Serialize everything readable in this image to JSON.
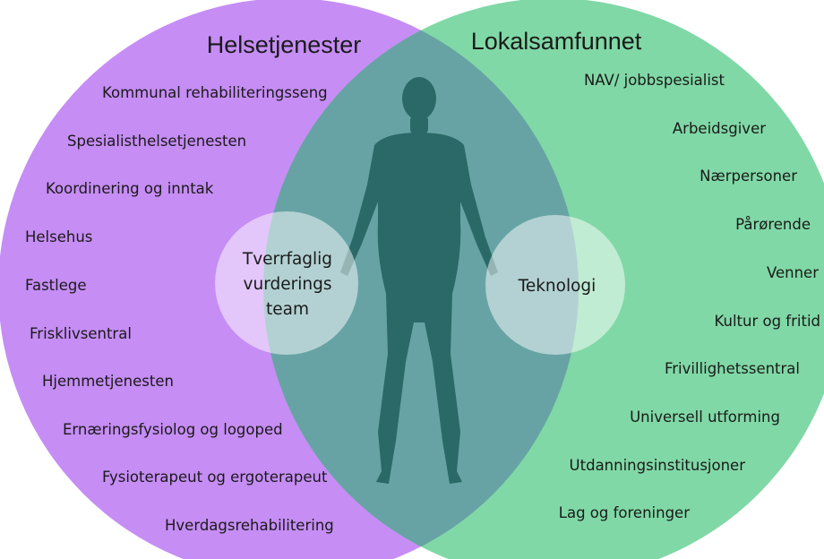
{
  "colors": {
    "left_circle": "#c68df5",
    "right_circle": "#80d8a6",
    "overlap": "#67a3a5",
    "figure": "#2a6967",
    "inner_circle": "#ffffff"
  },
  "left": {
    "title": "Helsetjenester",
    "items": [
      "Kommunal rehabiliteringsseng",
      "Spesialisthelsetjenesten",
      "Koordinering og inntak",
      "Helsehus",
      "Fastlege",
      "Frisklivsentral",
      "Hjemmetjenesten",
      "Ernæringsfysiolog og logoped",
      "Fysioterapeut og ergoterapeut",
      "Hverdagsrehabilitering"
    ]
  },
  "right": {
    "title": "Lokalsamfunnet",
    "items": [
      "NAV/ jobbspesialist",
      "Arbeidsgiver",
      "Nærpersoner",
      "Pårørende",
      "Venner",
      "Kultur og fritid",
      "Frivillighetssentral",
      "Universell utforming",
      "Utdanningsinstitusjoner",
      "Lag og foreninger"
    ]
  },
  "center": {
    "team_lines": [
      "Tverrfaglig",
      "vurderings",
      "team"
    ],
    "technology": "Teknologi"
  },
  "figure_icon": "person-silhouette-icon"
}
